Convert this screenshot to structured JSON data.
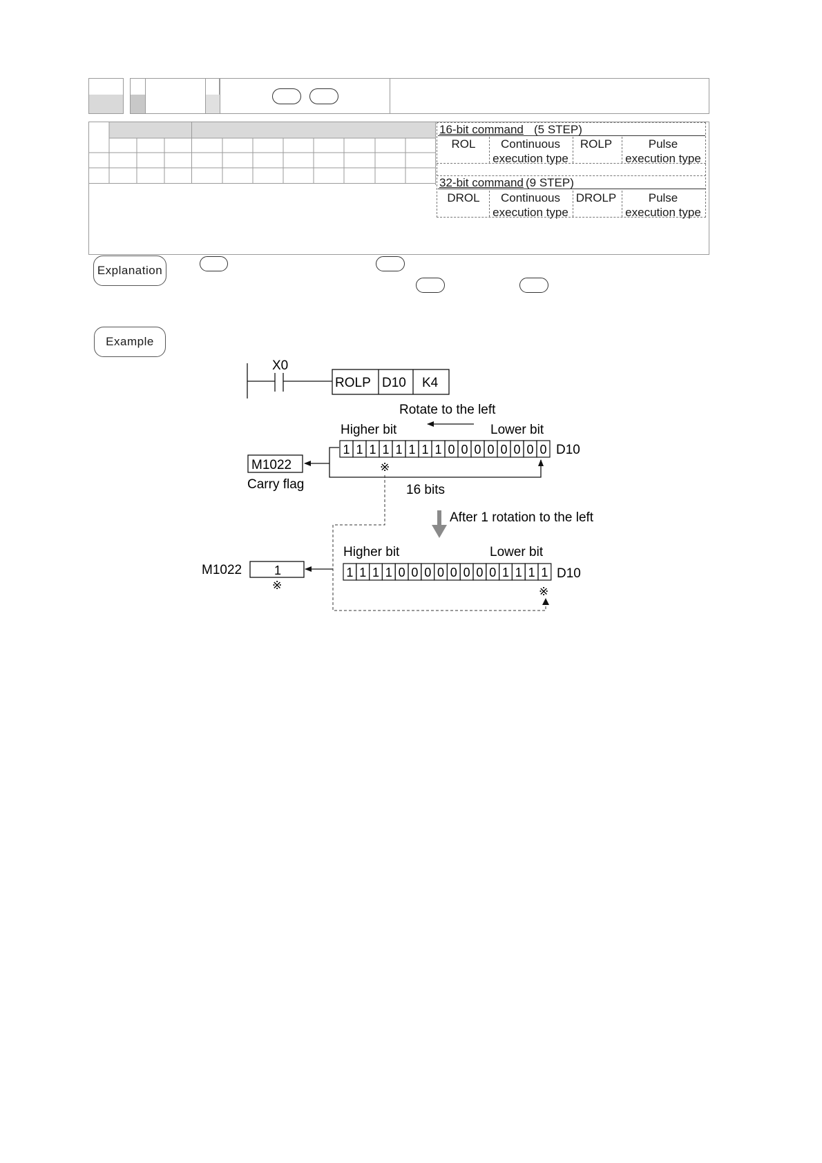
{
  "step_table": {
    "bit16": {
      "title": "16-bit command",
      "steps": "(5 STEP)",
      "cont_mnemonic": "ROL",
      "cont_type": "Continuous execution type",
      "pulse_mnemonic": "ROLP",
      "pulse_type": "Pulse execution type"
    },
    "bit32": {
      "title": "32-bit command",
      "steps": "(9 STEP)",
      "cont_mnemonic": "DROL",
      "cont_type": "Continuous execution type",
      "pulse_mnemonic": "DROLP",
      "pulse_type": "Pulse execution type"
    }
  },
  "labels": {
    "explanation": "Explanation",
    "example": "Example"
  },
  "ladder": {
    "contact": "X0",
    "instruction": "ROLP",
    "operand1": "D10",
    "operand2": "K4"
  },
  "diagram": {
    "rotate_label": "Rotate to the left",
    "higher_bit": "Higher bit",
    "lower_bit": "Lower bit",
    "register": "D10",
    "carry_register": "M1022",
    "carry_label": "Carry flag",
    "bit_count_label": "16 bits",
    "after_label": "After 1 rotation to the left",
    "carry_value": "1",
    "mark": "※",
    "before_bits": [
      "1",
      "1",
      "1",
      "1",
      "1",
      "1",
      "1",
      "1",
      "0",
      "0",
      "0",
      "0",
      "0",
      "0",
      "0",
      "0"
    ],
    "after_bits": [
      "1",
      "1",
      "1",
      "1",
      "0",
      "0",
      "0",
      "0",
      "0",
      "0",
      "0",
      "0",
      "1",
      "1",
      "1",
      "1"
    ]
  }
}
